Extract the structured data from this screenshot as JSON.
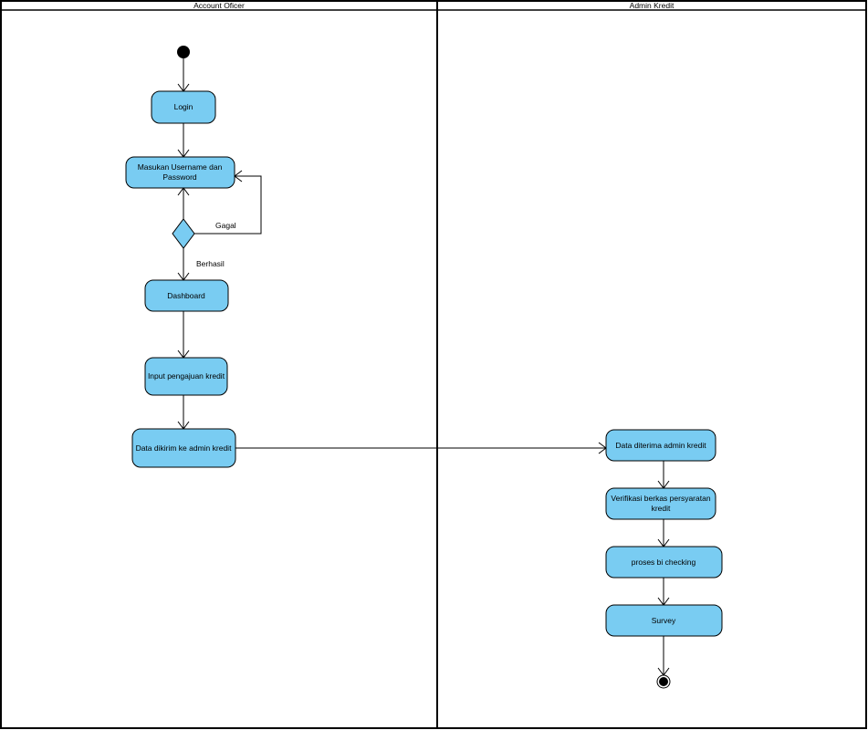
{
  "lanes": [
    {
      "id": "ao",
      "title": "Account Oficer"
    },
    {
      "id": "ak",
      "title": "Admin Kredit"
    }
  ],
  "nodes": {
    "login": {
      "lines": [
        "Login"
      ]
    },
    "masukan": {
      "lines": [
        "Masukan Username dan",
        "Password"
      ]
    },
    "dashboard": {
      "lines": [
        "Dashboard"
      ]
    },
    "input": {
      "lines": [
        "Input pengajuan kredit"
      ]
    },
    "dikirim": {
      "lines": [
        "Data dikirim ke admin kredit"
      ]
    },
    "diterima": {
      "lines": [
        "Data diterima admin kredit"
      ]
    },
    "verifikasi": {
      "lines": [
        "Verifikasi berkas persyaratan",
        "kredit"
      ]
    },
    "bichecking": {
      "lines": [
        "proses bi checking"
      ]
    },
    "survey": {
      "lines": [
        "Survey"
      ]
    }
  },
  "guards": {
    "gagal": "Gagal",
    "berhasil": "Berhasil"
  },
  "colors": {
    "node_fill": "#79CCF2",
    "stroke": "#000000"
  }
}
